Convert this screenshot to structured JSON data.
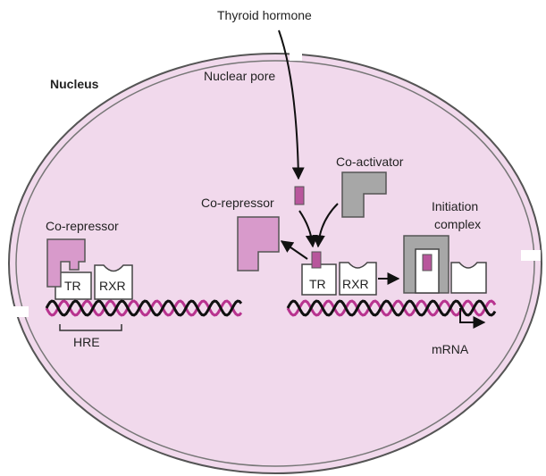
{
  "labels": {
    "thyroid_hormone": "Thyroid hormone",
    "nucleus": "Nucleus",
    "nuclear_pore": "Nuclear pore",
    "co_activator": "Co-activator",
    "co_repressor_mid": "Co-repressor",
    "co_repressor_left": "Co-repressor",
    "initiation_line1": "Initiation",
    "initiation_line2": "complex",
    "tr_left": "TR",
    "rxr_left": "RXR",
    "hre": "HRE",
    "tr_right": "TR",
    "rxr_right": "RXR",
    "mrna": "mRNA"
  },
  "colors": {
    "nucleus_fill": "#f1d9ec",
    "repressor": "#d89acb",
    "activator": "#a7a7a7",
    "hormone": "#b8569c",
    "dna_pink": "#b8338f",
    "dna_black": "#111111",
    "outline": "#444444"
  }
}
